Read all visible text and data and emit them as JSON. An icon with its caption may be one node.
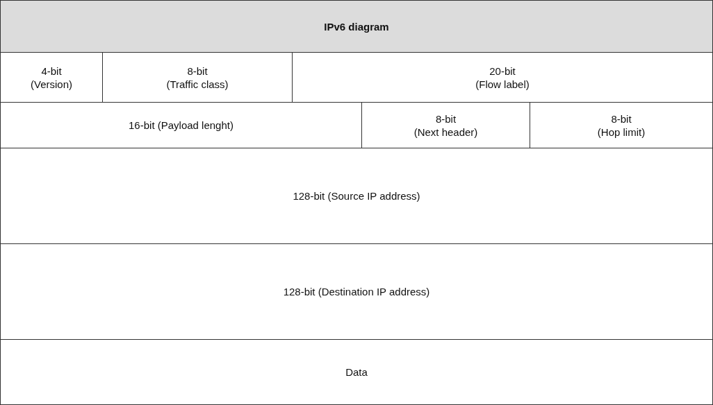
{
  "diagram": {
    "title": "IPv6 diagram",
    "nodes": [
      {
        "text": [
          "4-bit (Version)"
        ]
      },
      {
        "text": [
          "8-bit (Traffic class)"
        ]
      },
      {
        "text": [
          "20-bit (Flow label)"
        ]
      },
      {
        "text": [
          "16-bit (Payload lenght)"
        ]
      },
      {
        "text": [
          "8-bit (Next header)"
        ]
      },
      {
        "text": [
          "8-bit (Hop limit)"
        ]
      },
      {
        "text": [
          "128-bit (Source IP address)"
        ]
      },
      {
        "text": [
          "128-bit (Destination IP address)"
        ]
      },
      {
        "text": [
          "Data"
        ]
      }
    ]
  }
}
